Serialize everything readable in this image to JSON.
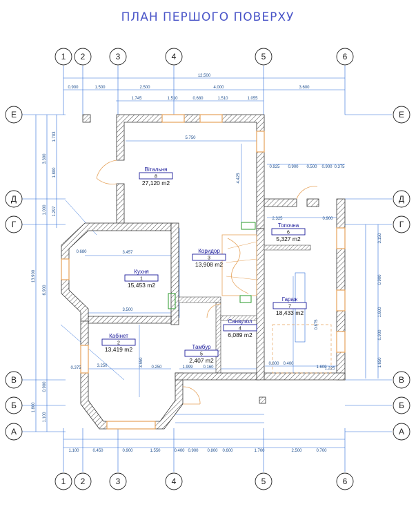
{
  "title": "ПЛАН ПЕРШОГО ПОВЕРХУ",
  "axes_vertical": [
    "1",
    "2",
    "3",
    "4",
    "5",
    "6"
  ],
  "axes_horizontal": [
    "Е",
    "Д",
    "Г",
    "В",
    "Б",
    "А"
  ],
  "dims_top": {
    "overall": "12.500",
    "row1": [
      "0.900",
      "1.500",
      "2.500",
      "4.000",
      "3.600"
    ],
    "row2": [
      "1.745",
      "1.510",
      "0.680",
      "1.510",
      "1.055"
    ]
  },
  "dims_bottom": [
    "1.100",
    "0.450",
    "0.900",
    "1.550",
    "0.400",
    "0.900",
    "0.800",
    "0.600",
    "1.700",
    "2.500",
    "0.700"
  ],
  "dims_left": [
    "1.703",
    "1.800",
    "1.297",
    "3.300",
    "1.000",
    "13.900",
    "6.900",
    "0.900",
    "1.100",
    "1.800"
  ],
  "dims_right": [
    "3.150",
    "0.900",
    "1.600",
    "0.900",
    "1.650"
  ],
  "dims_misc": [
    "5.750",
    "3.457",
    "3.500",
    "3.250",
    "0.925",
    "0.900",
    "0.500",
    "0.900",
    "0.375",
    "2.325",
    "0.900",
    "1.600",
    "0.800",
    "0.400",
    "1.225",
    "0.375",
    "1.999",
    "0.160",
    "0.250",
    "0.680",
    "4.425",
    "3.550",
    "0.875"
  ],
  "rooms": [
    {
      "name": "Вітальня",
      "num": "8",
      "area": "27,120 m2"
    },
    {
      "name": "Кухня",
      "num": "1",
      "area": "15,453 m2"
    },
    {
      "name": "Коридор",
      "num": "3",
      "area": "13,908 m2"
    },
    {
      "name": "Топочна",
      "num": "6",
      "area": "5,327 m2"
    },
    {
      "name": "Гараж",
      "num": "7",
      "area": "18,433 m2"
    },
    {
      "name": "Кабінет",
      "num": "2",
      "area": "13,419 m2"
    },
    {
      "name": "Санвузол",
      "num": "4",
      "area": "6,089 m2"
    },
    {
      "name": "Тамбур",
      "num": "5",
      "area": "2,407 m2"
    }
  ],
  "colors": {
    "title": "#4a55c8",
    "dimension": "#2a6cd8",
    "wall": "#3a3a3a",
    "window": "#e6a25a",
    "room_label": "#1a1a9a"
  }
}
